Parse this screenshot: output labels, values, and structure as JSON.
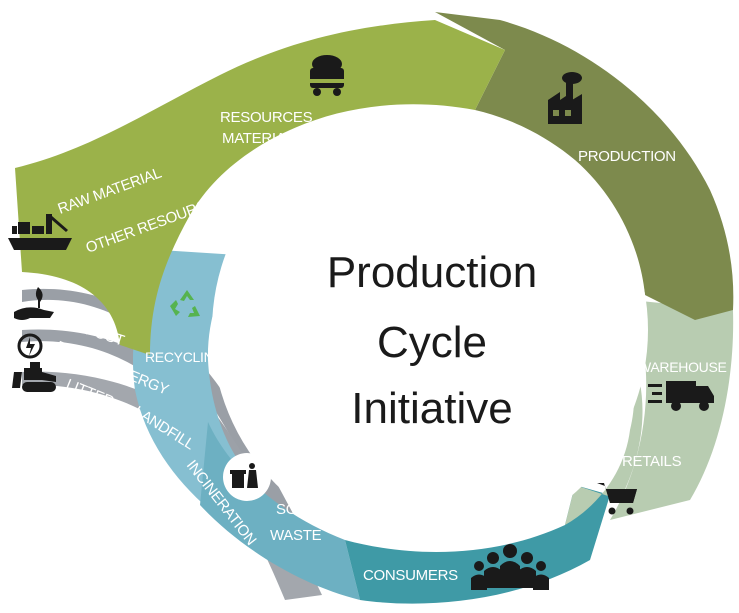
{
  "center_title": {
    "line1": "Production",
    "line2": "Cycle",
    "line3": "Initiative"
  },
  "stages": {
    "resources": {
      "line1": "RESOURCES",
      "line2": "MATERIAL"
    },
    "production": "PRODUCTION",
    "warehouse": "WAREHOUSE",
    "retails": "RETAILS",
    "consumers": "CONSUMERS",
    "sort_waste": {
      "line1": "SORT",
      "line2": "WASTE"
    },
    "recycling": "RECYCLING"
  },
  "inputs": {
    "raw_material": "RAW MATERIAL",
    "other_resources": "OTHER RESOURCES"
  },
  "outputs": {
    "compost": "COMPOST",
    "renew_energy": "RENEW ENERGY",
    "litter": "LITTER",
    "landfill": "LANDFILL",
    "incineration": "INCINERATION"
  },
  "colors": {
    "resources": "#9bb24a",
    "production": "#7d8a4d",
    "warehouse": "#b8ccb1",
    "consumers": "#3f9aa6",
    "sort_waste": "#6db0c2",
    "recycling": "#86bfd1",
    "waste_bands": "#9a9fa6",
    "center": "#ffffff"
  },
  "icons": [
    "coal-cart-icon",
    "factory-icon",
    "truck-icon",
    "cart-icon",
    "people-icon",
    "trash-bin-icon",
    "recycle-icon",
    "ship-icon",
    "plant-hand-icon",
    "energy-icon",
    "bulldozer-icon"
  ]
}
